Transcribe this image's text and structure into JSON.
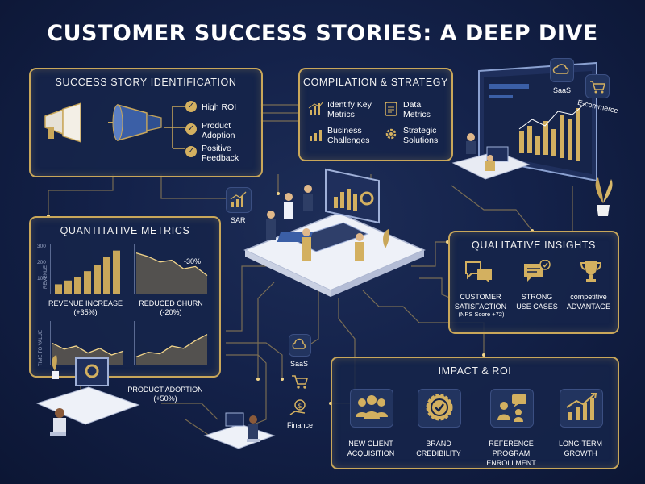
{
  "title": "CUSTOMER SUCCESS STORIES: A DEEP DIVE",
  "colors": {
    "gold": "#c9a75a",
    "navy": "#14224a",
    "panel": "#16244a",
    "white": "#ffffff"
  },
  "identification": {
    "title": "SUCCESS STORY IDENTIFICATION",
    "items": [
      "High ROI",
      "Product Adoption",
      "Positive Feedback"
    ],
    "icons": [
      "megaphone-icon",
      "funnel-icon",
      "check-icon"
    ]
  },
  "compilation": {
    "title": "COMPILATION & STRATEGY",
    "items": [
      "Identify Key Metrics",
      "Data Metrics",
      "Business Challenges",
      "Strategic Solutions"
    ],
    "icons": [
      "bar-chart-icon",
      "clipboard-icon",
      "trend-chart-icon",
      "gear-icon"
    ]
  },
  "top_right": {
    "saas": "SaaS",
    "ecommerce": "E-commerce"
  },
  "sar": {
    "label": "SAR"
  },
  "quantitative": {
    "title": "QUANTITATIVE METRICS",
    "revenue": {
      "label": "REVENUE INCREASE",
      "sub": "(+35%)",
      "ticks": [
        "300",
        "200",
        "100"
      ],
      "ylabel": "REVENUE",
      "values": [
        20,
        28,
        35,
        48,
        62,
        78,
        92
      ]
    },
    "churn": {
      "label": "REDUCED CHURN",
      "sub": "(-20%)",
      "annotation": "-30%",
      "values": [
        90,
        82,
        70,
        74,
        55,
        60,
        40
      ]
    },
    "time_to_value": {
      "ylabel": "TIME TO VALUE",
      "values": [
        55,
        40,
        48,
        30,
        42,
        25,
        35
      ]
    },
    "adoption": {
      "values": [
        20,
        32,
        28,
        48,
        42,
        62,
        78
      ]
    }
  },
  "qualitative": {
    "title": "QUALITATIVE INSIGHTS",
    "items": [
      {
        "label": "CUSTOMER SATISFACTION",
        "sub": "(NPS Score +72)",
        "icon": "speech-bubbles-icon"
      },
      {
        "label": "STRONG USE CASES",
        "icon": "chat-check-icon"
      },
      {
        "label": "competitive ADVANTAGE",
        "icon": "trophy-icon"
      }
    ]
  },
  "product_adoption": {
    "label": "PRODUCT ADOPTION",
    "sub": "(+50%)"
  },
  "industries": [
    "SaaS",
    "Finance"
  ],
  "impact": {
    "title": "IMPACT & ROI",
    "items": [
      {
        "label": "NEW CLIENT ACQUISITION",
        "icon": "people-icon"
      },
      {
        "label": "BRAND CREDIBILITY",
        "icon": "badge-check-icon"
      },
      {
        "label": "REFERENCE PROGRAM ENROLLMENT",
        "icon": "presenter-icon"
      },
      {
        "label": "LONG-TERM GROWTH",
        "icon": "growth-chart-icon"
      }
    ]
  }
}
